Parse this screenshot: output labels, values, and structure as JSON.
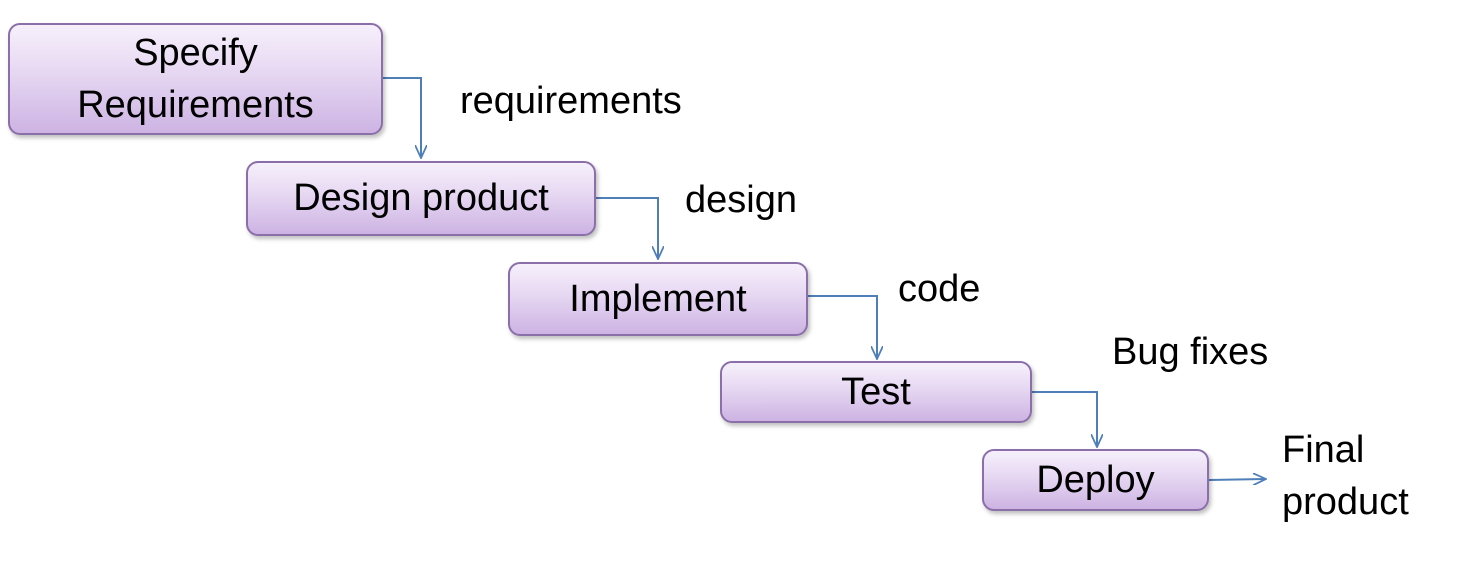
{
  "diagram": {
    "stages": [
      {
        "id": "specify",
        "label": "Specify\nRequirements"
      },
      {
        "id": "design",
        "label": "Design product"
      },
      {
        "id": "implement",
        "label": "Implement"
      },
      {
        "id": "test",
        "label": "Test"
      },
      {
        "id": "deploy",
        "label": "Deploy"
      }
    ],
    "artifacts": [
      {
        "id": "requirements",
        "label": "requirements"
      },
      {
        "id": "design",
        "label": "design"
      },
      {
        "id": "code",
        "label": "code"
      },
      {
        "id": "bug-fixes",
        "label": "Bug fixes"
      },
      {
        "id": "final-product",
        "label": "Final\nproduct"
      }
    ],
    "colors": {
      "box_border": "#8a6fa8",
      "box_fill_top": "#f6f0fb",
      "box_fill_bottom": "#cdb3e3",
      "connector": "#4f7fb8"
    }
  }
}
